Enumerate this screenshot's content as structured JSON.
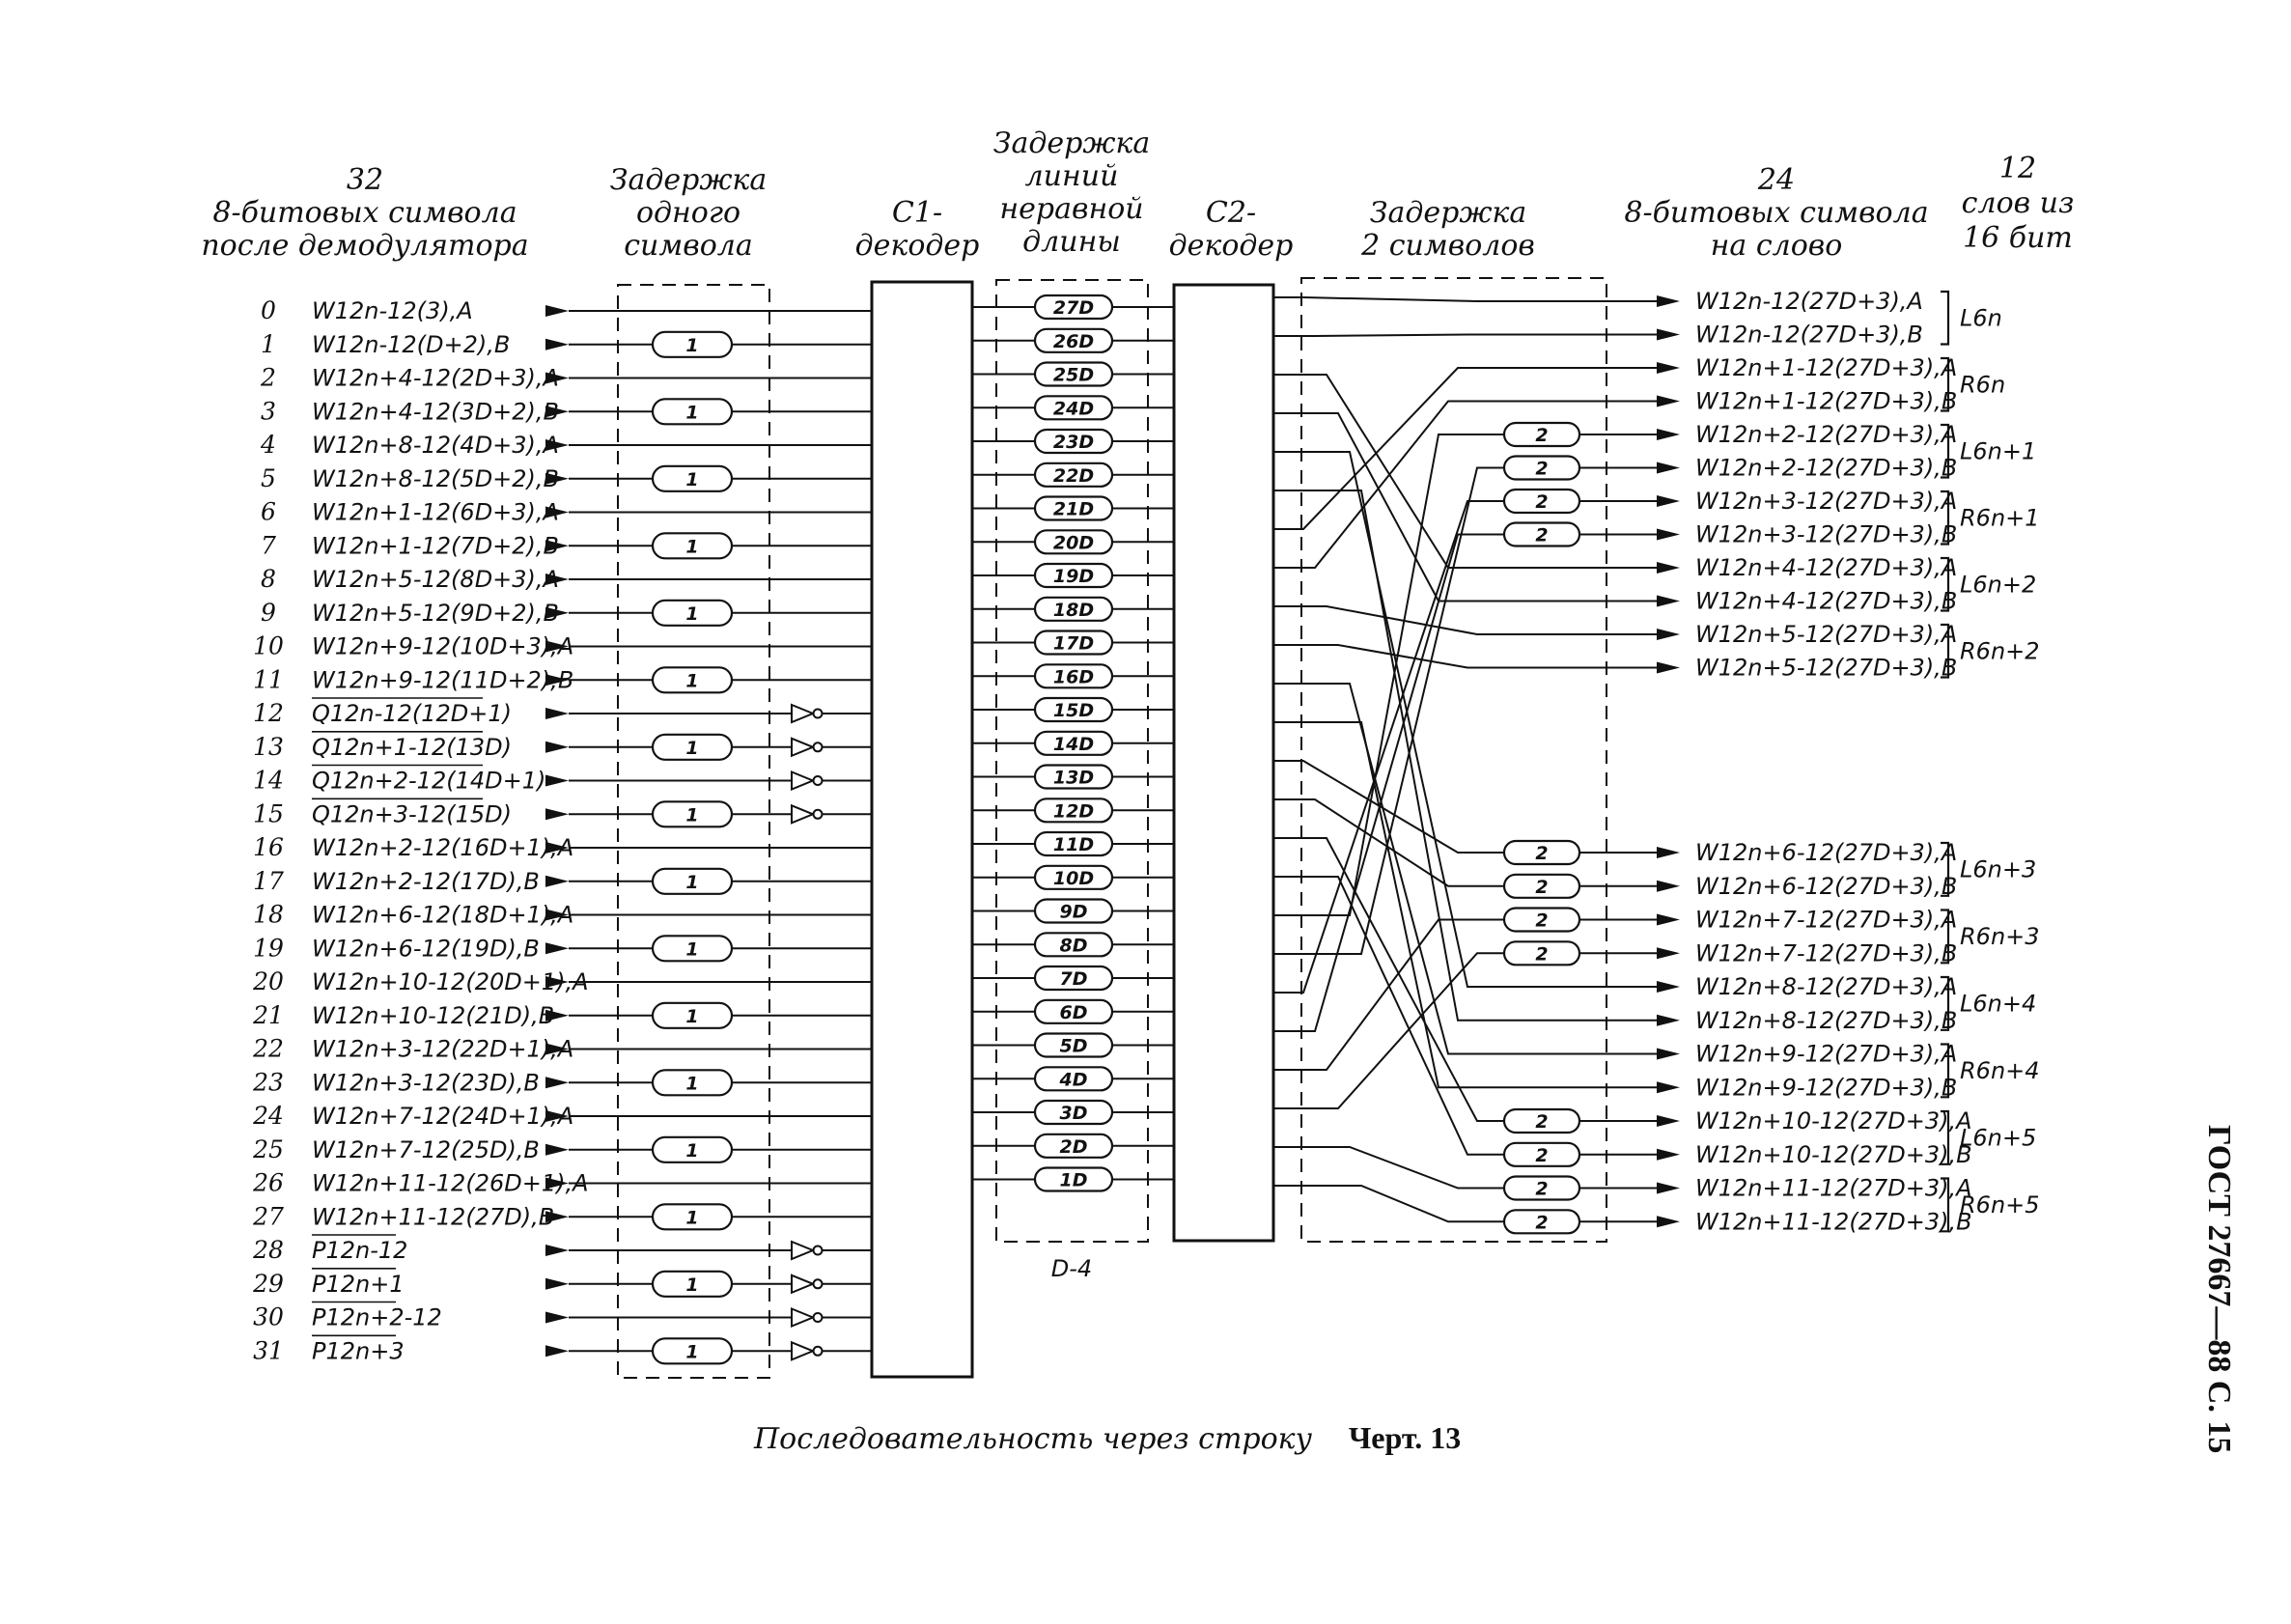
{
  "headers": {
    "input_count": "32",
    "input_line2": "8-битовых символа",
    "input_line3": "после демодулятора",
    "delay1_line1": "Задержка",
    "delay1_line2": "одного",
    "delay1_line3": "символа",
    "c1_line1": "C1-",
    "c1_line2": "декодер",
    "varlen_line1": "Задержка",
    "varlen_line2": "линий",
    "varlen_line3": "неравной",
    "varlen_line4": "длины",
    "c2_line1": "C2-",
    "c2_line2": "декодер",
    "delay2_line1": "Задержка",
    "delay2_line2": "2 символов",
    "out_count": "24",
    "out_line2": "8-битовых символа",
    "out_line3": "на слово",
    "words_count": "12",
    "words_line2": "слов из",
    "words_line3": "16 бит"
  },
  "inputs": [
    {
      "n": "0",
      "label": "W12n-12(3),A"
    },
    {
      "n": "1",
      "label": "W12n-12(D+2),B"
    },
    {
      "n": "2",
      "label": "W12n+4-12(2D+3),A"
    },
    {
      "n": "3",
      "label": "W12n+4-12(3D+2),B"
    },
    {
      "n": "4",
      "label": "W12n+8-12(4D+3),A"
    },
    {
      "n": "5",
      "label": "W12n+8-12(5D+2),B"
    },
    {
      "n": "6",
      "label": "W12n+1-12(6D+3),A"
    },
    {
      "n": "7",
      "label": "W12n+1-12(7D+2),B"
    },
    {
      "n": "8",
      "label": "W12n+5-12(8D+3),A"
    },
    {
      "n": "9",
      "label": "W12n+5-12(9D+2),B"
    },
    {
      "n": "10",
      "label": "W12n+9-12(10D+3),A"
    },
    {
      "n": "11",
      "label": "W12n+9-12(11D+2),B"
    },
    {
      "n": "12",
      "label": "Q12n-12(12D+1)"
    },
    {
      "n": "13",
      "label": "Q12n+1-12(13D)"
    },
    {
      "n": "14",
      "label": "Q12n+2-12(14D+1)"
    },
    {
      "n": "15",
      "label": "Q12n+3-12(15D)"
    },
    {
      "n": "16",
      "label": "W12n+2-12(16D+1),A"
    },
    {
      "n": "17",
      "label": "W12n+2-12(17D),B"
    },
    {
      "n": "18",
      "label": "W12n+6-12(18D+1),A"
    },
    {
      "n": "19",
      "label": "W12n+6-12(19D),B"
    },
    {
      "n": "20",
      "label": "W12n+10-12(20D+1),A"
    },
    {
      "n": "21",
      "label": "W12n+10-12(21D),B"
    },
    {
      "n": "22",
      "label": "W12n+3-12(22D+1),A"
    },
    {
      "n": "23",
      "label": "W12n+3-12(23D),B"
    },
    {
      "n": "24",
      "label": "W12n+7-12(24D+1),A"
    },
    {
      "n": "25",
      "label": "W12n+7-12(25D),B"
    },
    {
      "n": "26",
      "label": "W12n+11-12(26D+1),A"
    },
    {
      "n": "27",
      "label": "W12n+11-12(27D),B"
    },
    {
      "n": "28",
      "label": "P12n-12"
    },
    {
      "n": "29",
      "label": "P12n+1"
    },
    {
      "n": "30",
      "label": "P12n+2-12"
    },
    {
      "n": "31",
      "label": "P12n+3"
    }
  ],
  "delay_one_label": "1",
  "delay_lines": [
    "27D",
    "26D",
    "25D",
    "24D",
    "23D",
    "22D",
    "21D",
    "20D",
    "19D",
    "18D",
    "17D",
    "16D",
    "15D",
    "14D",
    "13D",
    "12D",
    "11D",
    "10D",
    "9D",
    "8D",
    "7D",
    "6D",
    "5D",
    "4D",
    "3D",
    "2D",
    "1D"
  ],
  "delay_lines_footnote": "D-4",
  "delay_two_label": "2",
  "outputs": [
    "W12n-12(27D+3),A",
    "W12n-12(27D+3),B",
    "W12n+1-12(27D+3),A",
    "W12n+1-12(27D+3),B",
    "W12n+2-12(27D+3),A",
    "W12n+2-12(27D+3),B",
    "W12n+3-12(27D+3),A",
    "W12n+3-12(27D+3),B",
    "W12n+4-12(27D+3),A",
    "W12n+4-12(27D+3),B",
    "W12n+5-12(27D+3),A",
    "W12n+5-12(27D+3),B",
    "W12n+6-12(27D+3),A",
    "W12n+6-12(27D+3),B",
    "W12n+7-12(27D+3),A",
    "W12n+7-12(27D+3),B",
    "W12n+8-12(27D+3),A",
    "W12n+8-12(27D+3),B",
    "W12n+9-12(27D+3),A",
    "W12n+9-12(27D+3),B",
    "W12n+10-12(27D+3),A",
    "W12n+10-12(27D+3),B",
    "W12n+11-12(27D+3),A",
    "W12n+11-12(27D+3),B"
  ],
  "words": [
    "L6n",
    "R6n",
    "L6n+1",
    "R6n+1",
    "L6n+2",
    "R6n+2",
    "L6n+3",
    "R6n+3",
    "L6n+4",
    "R6n+4",
    "L6n+5",
    "R6n+5"
  ],
  "caption": "Последовательность через строку",
  "figure_label": "Черт. 13",
  "side_label": "ГОСТ 27667—88 С. 15"
}
